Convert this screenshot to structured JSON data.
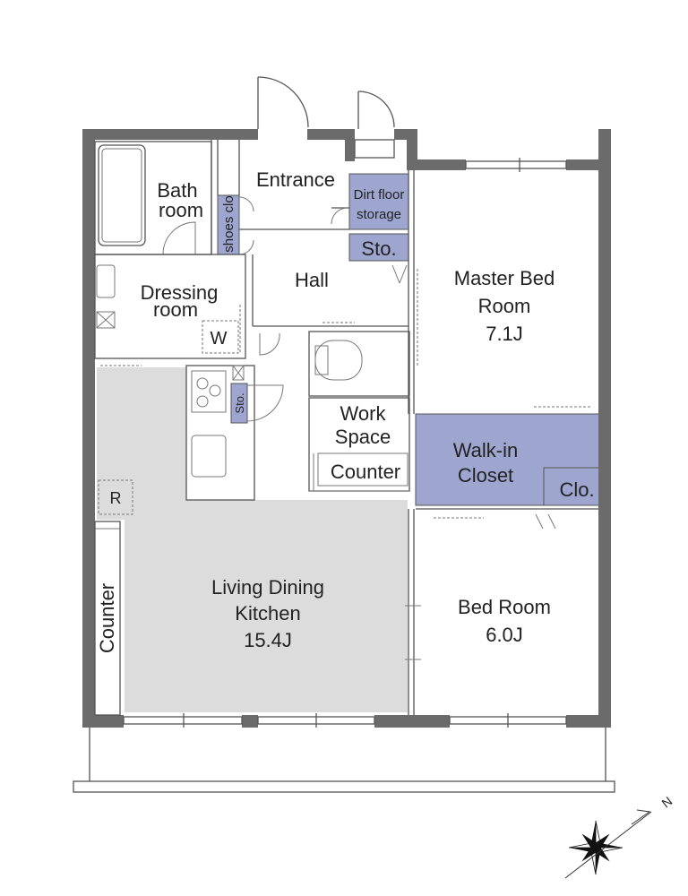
{
  "rooms": {
    "bath": [
      "Bath",
      "room"
    ],
    "entrance": "Entrance",
    "shoes": "shoes clo",
    "dirt": [
      "Dirt floor",
      "storage"
    ],
    "sto_hall": "Sto.",
    "hall": "Hall",
    "master": [
      "Master Bed",
      "Room",
      "7.1J"
    ],
    "dressing": [
      "Dressing",
      "room"
    ],
    "washer": "W",
    "sto_kitchen": "Sto.",
    "work": [
      "Work",
      "Space"
    ],
    "counter_work": "Counter",
    "walkin": [
      "Walk-in",
      "Closet"
    ],
    "clo": "Clo.",
    "fridge": "R",
    "counter_side": "Counter",
    "ldk": [
      "Living Dining",
      "Kitchen",
      "15.4J"
    ],
    "bedroom": [
      "Bed Room",
      "6.0J"
    ]
  },
  "compass": {
    "north": "N"
  },
  "colors": {
    "wall": "#6b6b6b",
    "ldk_floor": "#dcdcdc",
    "storage": "#9ea6d0"
  }
}
